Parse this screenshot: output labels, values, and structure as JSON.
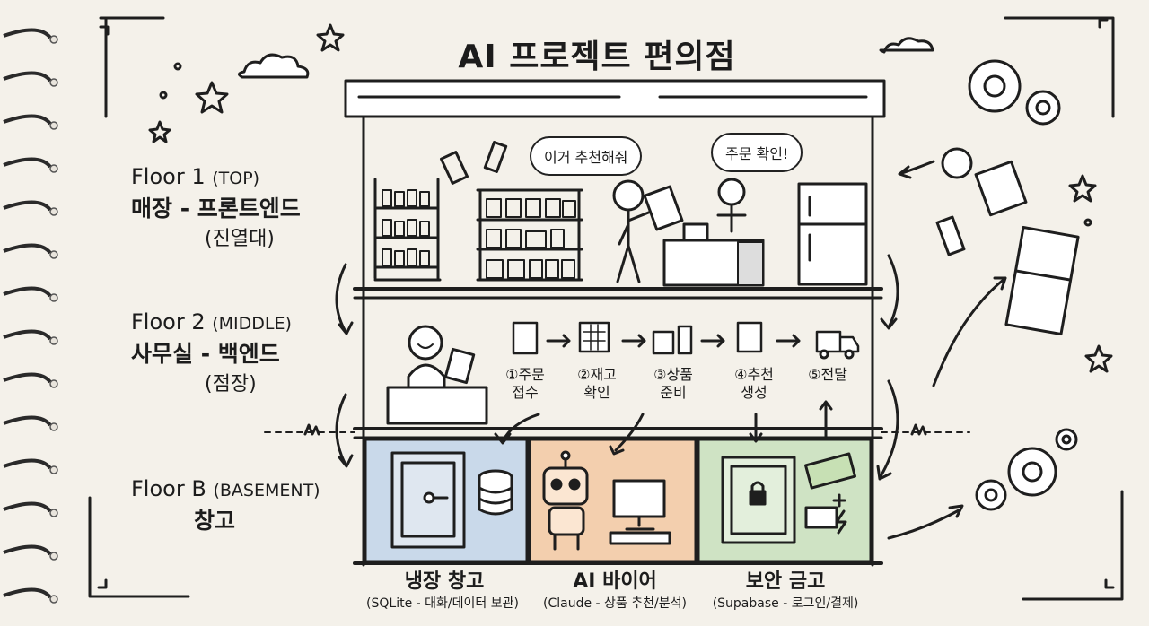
{
  "title": "AI 프로젝트 편의점",
  "floors": [
    {
      "line1": "Floor 1",
      "tag": "(TOP)",
      "line2": "매장 - 프론트엔드",
      "line3": "(진열대)"
    },
    {
      "line1": "Floor 2",
      "tag": "(MIDDLE)",
      "line2": "사무실 - 백엔드",
      "line3": "(점장)"
    },
    {
      "line1": "Floor B",
      "tag": "(BASEMENT)",
      "line2": "창고",
      "line3": ""
    }
  ],
  "bubbles": {
    "customer": "이거 추천해줘",
    "clerk": "주문 확인!"
  },
  "steps": [
    {
      "num": "①",
      "l1": "주문",
      "l2": "접수"
    },
    {
      "num": "②",
      "l1": "재고",
      "l2": "확인"
    },
    {
      "num": "③",
      "l1": "상품",
      "l2": "준비"
    },
    {
      "num": "④",
      "l1": "추천",
      "l2": "생성"
    },
    {
      "num": "⑤",
      "l1": "전달",
      "l2": ""
    }
  ],
  "storage": [
    {
      "title": "냉장 창고",
      "sub": "(SQLite - 대화/데이터 보관)",
      "color": "#c9d9ea"
    },
    {
      "title": "AI 바이어",
      "sub": "(Claude - 상품 추천/분석)",
      "color": "#f3cfae"
    },
    {
      "title": "보안 금고",
      "sub": "(Supabase - 로그인/결제)",
      "color": "#cfe3c4"
    }
  ]
}
